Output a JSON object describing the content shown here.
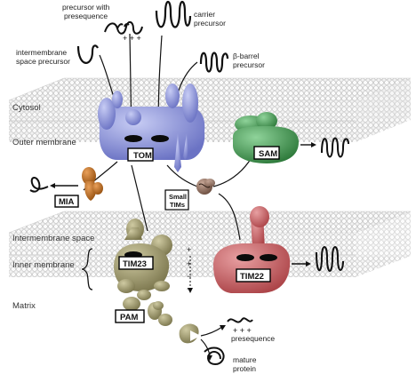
{
  "labels": {
    "precursor_presequence": [
      "precursor with",
      "presequence"
    ],
    "carrier_precursor": [
      "carrier",
      "precursor"
    ],
    "ims_precursor": [
      "intermembrane",
      "space precursor"
    ],
    "beta_barrel_precursor": [
      "β-barrel",
      "precursor"
    ],
    "presequence": "presequence",
    "mature_protein": [
      "mature",
      "protein"
    ]
  },
  "regions": {
    "cytosol": "Cytosol",
    "outer_membrane": "Outer membrane",
    "intermembrane_space": "Intermembrane space",
    "inner_membrane": "Inner membrane",
    "matrix": "Matrix"
  },
  "complexes": {
    "tom": "TOM",
    "sam": "SAM",
    "mia": "MIA",
    "small_tims": [
      "Small",
      "TIMs"
    ],
    "tim23": "TIM23",
    "tim22": "TIM22",
    "pam": "PAM"
  },
  "symbols": {
    "plus_plus_plus": "+ + +",
    "membrane_plus": "+",
    "membrane_minus": "−"
  },
  "colors": {
    "tom": "#8088d4",
    "sam": "#3e8a4a",
    "mia": "#b8651e",
    "tim23": "#8f8a62",
    "tim22": "#c0585c",
    "small_tims": "#8a6a5a",
    "membrane": "#d8d8d8"
  }
}
